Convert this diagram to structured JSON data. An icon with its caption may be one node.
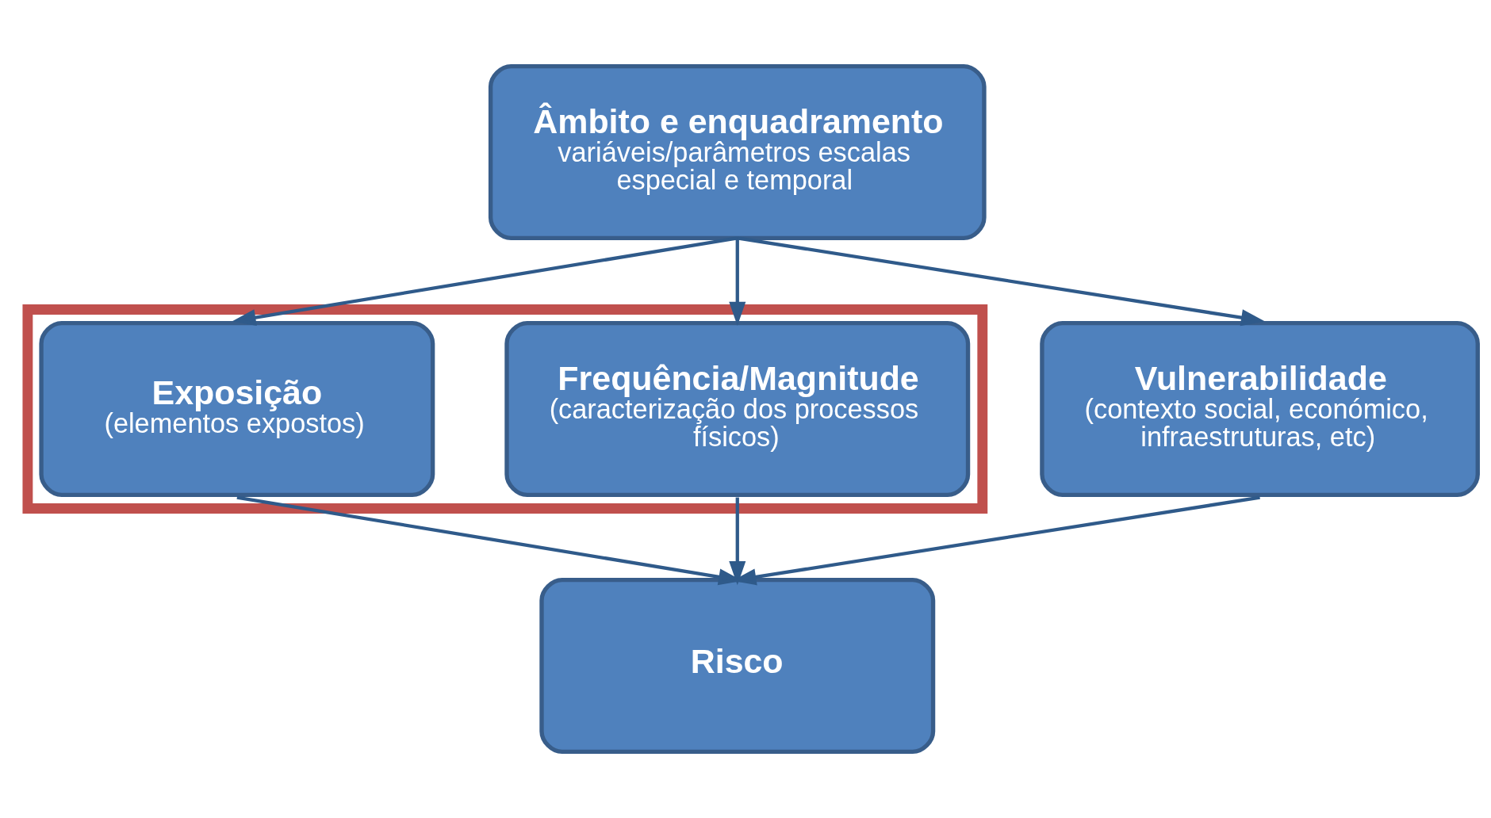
{
  "diagram": {
    "nodes": [
      {
        "text": [
          "Âmbito e enquadramento",
          "variáveis/parâmetros escalas especial e temporal"
        ]
      },
      {
        "text": [],
        "shape": "box"
      },
      {
        "text": [
          "Frequência/Magnitude",
          "(caracterização dos processos físicos)"
        ],
        "in": 1
      },
      {
        "text": [
          "Exposição",
          "(elementos expostos)"
        ],
        "in": 1
      },
      {
        "text": [
          "Vulnerabilidade",
          "(contexto social, económico, infraestruturas, etc)"
        ]
      },
      {
        "text": [
          "Risco"
        ]
      }
    ],
    "edges": [
      {
        "from": 0,
        "to": 2,
        "arrow": "to"
      },
      {
        "from": 0,
        "to": 3,
        "arrow": "to"
      },
      {
        "from": 0,
        "to": 4,
        "arrow": "to"
      },
      {
        "from": 2,
        "to": 5,
        "arrow": "to"
      },
      {
        "from": 3,
        "to": 5,
        "arrow": "to"
      },
      {
        "from": 4,
        "to": 5,
        "arrow": "to"
      }
    ]
  }
}
